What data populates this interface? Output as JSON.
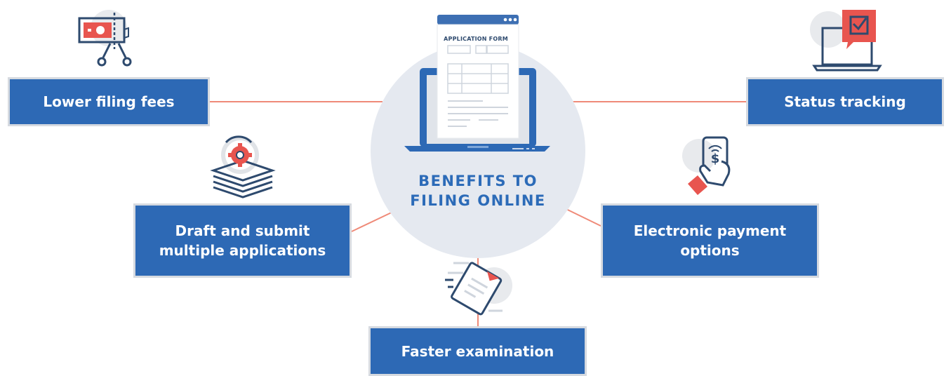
{
  "hub": {
    "title_line1": "BENEFITS TO",
    "title_line2": "FILING ONLINE",
    "form_label": "APPLICATION FORM",
    "icon": "laptop-application-form-icon"
  },
  "benefits": {
    "lower_fees": {
      "label": "Lower filing fees",
      "icon": "cut-money-icon"
    },
    "status_tracking": {
      "label": "Status tracking",
      "icon": "laptop-checkbox-icon"
    },
    "draft_submit": {
      "line1": "Draft and submit",
      "line2": "multiple applications",
      "icon": "stacked-documents-gear-icon"
    },
    "electronic_payment": {
      "line1": "Electronic payment",
      "line2": "options",
      "icon": "phone-payment-icon"
    },
    "faster_exam": {
      "label": "Faster examination",
      "icon": "fast-document-icon"
    }
  },
  "colors": {
    "box_fill": "#2d69b5",
    "box_border": "#d6dae0",
    "connector": "#ef8a78",
    "hub_circle": "#e5e9f0",
    "accent_red": "#e8554f",
    "navy": "#2e4a6e"
  }
}
